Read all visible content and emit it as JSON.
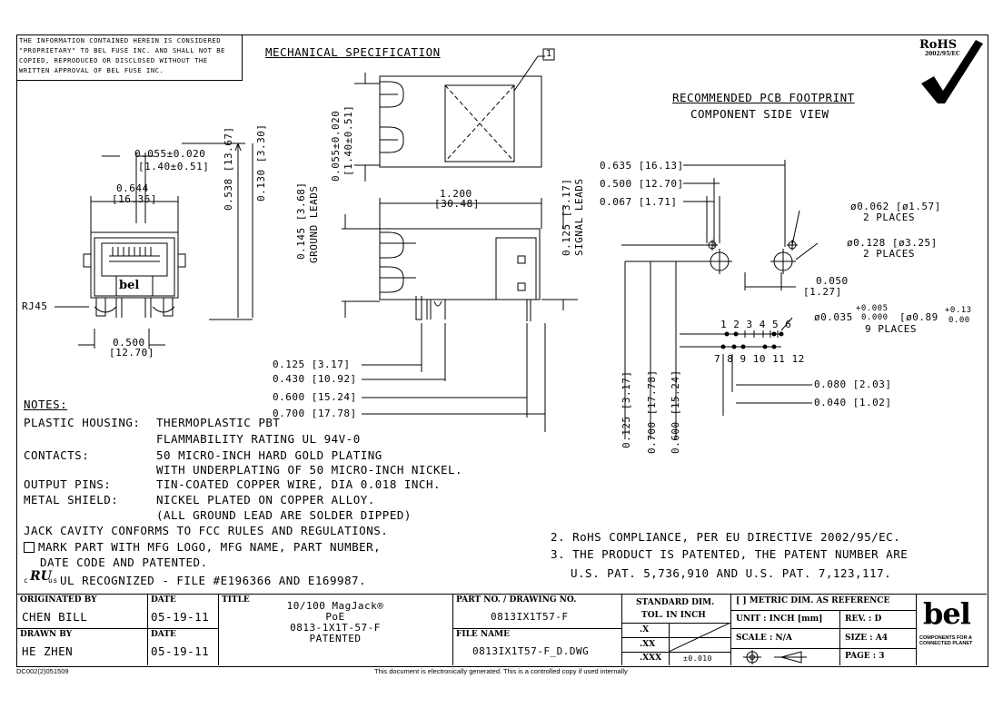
{
  "disclaimer": [
    "THE INFORMATION CONTAINED HEREIN IS CONSIDERED",
    "\"PROPRIETARY\" TO BEL FUSE INC. AND SHALL NOT BE",
    "COPIED, REPRODUCED OR DISCLOSED WITHOUT THE",
    "WRITTEN APPROVAL OF BEL FUSE INC."
  ],
  "mech_title": "MECHANICAL SPECIFICATION",
  "balloon_1": "1",
  "rohs": {
    "label": "RoHS",
    "sub": "2002/95/EC"
  },
  "footprint": {
    "title": "RECOMMENDED PCB FOOTPRINT",
    "subtitle": "COMPONENT SIDE VIEW"
  },
  "dims": {
    "d0055h": "0.055±0.020",
    "d0055h_mm": "[1.40±0.51]",
    "d0644": "0.644",
    "d0644_mm": "[16.36]",
    "d0538": "0.538 [13.67]",
    "d0130": "0.130 [3.30]",
    "d0055v": "0.055±0.020",
    "d0055v_mm": "[1.40±0.51]",
    "d0145": "0.145 [3.68]",
    "ground_leads": "GROUND LEADS",
    "d1200": "1.200",
    "d1200_mm": "[30.48]",
    "d0125s": "0.125 [3.17]",
    "signal_leads": "SIGNAL LEADS",
    "rj45": "RJ45",
    "d0500b": "0.500",
    "d0500b_mm": "[12.70]",
    "s0125": "0.125 [3.17]",
    "s0430": "0.430 [10.92]",
    "s0600": "0.600 [15.24]",
    "s0700": "0.700 [17.78]",
    "f0635": "0.635 [16.13]",
    "f0500": "0.500 [12.70]",
    "f0067": "0.067 [1.71]",
    "f0062": "ø0.062 [ø1.57]",
    "f0062_n": "2 PLACES",
    "f0128": "ø0.128 [ø3.25]",
    "f0128_n": "2 PLACES",
    "f0050": "0.050",
    "f0050_mm": "[1.27]",
    "f0035": "ø0.035",
    "f0035_tol_a": "+0.005",
    "f0035_tol_b": "0.000",
    "f0035_mm": "[ø0.89",
    "f0035_mm_a": "+0.13",
    "f0035_mm_b": "0.00",
    "f0035_n": "9 PLACES",
    "pins_top": "1 2 3 4 5 6",
    "pins_bot": "7 8 9 10 11 12",
    "f0080": "0.080 [2.03]",
    "f0040": "0.040 [1.02]",
    "v0125": "0.125 [3.17]",
    "v0700": "0.700 [17.78]",
    "v0600": "0.600 [15.24]"
  },
  "logo_text": "bel",
  "notes": {
    "title": "NOTES:",
    "lines": [
      {
        "k": "PLASTIC HOUSING:",
        "v": "THERMOPLASTIC PBT"
      },
      {
        "k": "",
        "v": "FLAMMABILITY RATING UL 94V-0"
      },
      {
        "k": "CONTACTS:",
        "v": "50 MICRO-INCH HARD GOLD PLATING"
      },
      {
        "k": "",
        "v": "WITH UNDERPLATING OF 50 MICRO-INCH NICKEL."
      },
      {
        "k": "OUTPUT PINS:",
        "v": "TIN-COATED COPPER WIRE, DIA 0.018 INCH."
      },
      {
        "k": "METAL SHIELD:",
        "v": "NICKEL PLATED ON COPPER ALLOY."
      },
      {
        "k": "",
        "v": "(ALL GROUND LEAD ARE SOLDER DIPPED)"
      }
    ],
    "jack": "JACK CAVITY CONFORMS TO FCC RULES AND REGULATIONS.",
    "mark1": "MARK PART WITH MFG LOGO, MFG NAME, PART NUMBER,",
    "mark2": "DATE CODE AND PATENTED.",
    "ul": "UL RECOGNIZED - FILE #E196366 AND E169987.",
    "ul_c": "c",
    "ul_us": "us",
    "rohs_note": "2. RoHS COMPLIANCE, PER EU DIRECTIVE 2002/95/EC.",
    "patent_note": "3. THE PRODUCT IS PATENTED, THE PATENT NUMBER ARE",
    "patent_nums": "U.S. PAT. 5,736,910 AND U.S. PAT. 7,123,117."
  },
  "title_block": {
    "originated_by_label": "ORIGINATED BY",
    "originated_by": "CHEN BILL",
    "date_label": "DATE",
    "originated_date": "05-19-11",
    "drawn_by_label": "DRAWN BY",
    "drawn_by": "HE ZHEN",
    "date_label2": "DATE",
    "drawn_date": "05-19-11",
    "title_label": "TITLE",
    "title_lines": [
      "10/100 MagJack®",
      "PoE",
      "0813-1X1T-57-F",
      "PATENTED"
    ],
    "part_label": "PART NO. / DRAWING NO.",
    "part_no": "0813IX1T57-F",
    "file_label": "FILE NAME",
    "file_name": "0813IX1T57-F_D.DWG",
    "std_dim": "STANDARD DIM.",
    "tol_inch": "TOL. IN INCH",
    "tol_x": ".X",
    "tol_xx": ".XX",
    "tol_xxx": ".XXX",
    "tol_xxx_val": "±0.010",
    "metric_ref": "[ ] METRIC DIM. AS REFERENCE",
    "unit": "UNIT : INCH [mm]",
    "rev": "REV. :   D",
    "scale": "SCALE :    N/A",
    "size": "SIZE :  A4",
    "page": "PAGE :  3",
    "slogan": "COMPONENTS FOR A CONNECTED PLANET"
  },
  "doc_code": "DC002(2)051509",
  "footer": "This document is electronically generated. This is a controlled copy if used internally"
}
